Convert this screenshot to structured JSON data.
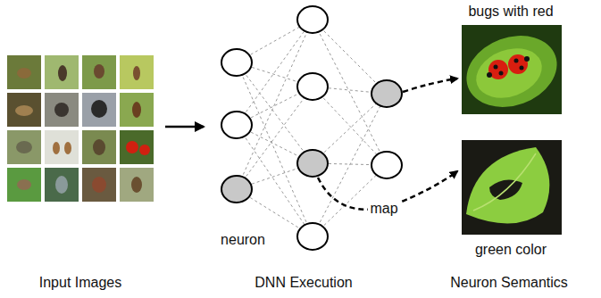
{
  "diagram": {
    "labels": [
      "bugs with red",
      "map",
      "neuron",
      "green color",
      "Input Images",
      "DNN Execution",
      "Neuron Semantics"
    ]
  }
}
